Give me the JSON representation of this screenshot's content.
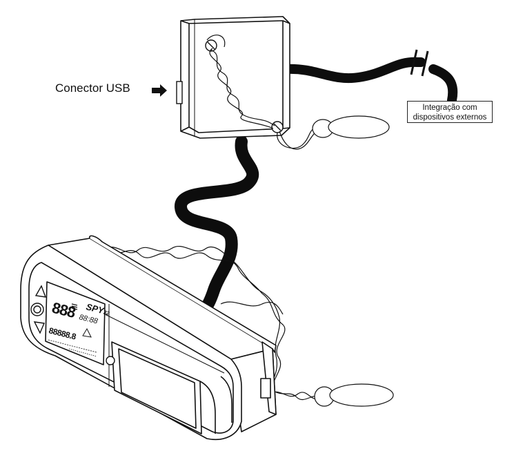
{
  "labels": {
    "usb_connector": "Conector USB",
    "external_integration_line1": "Integração com",
    "external_integration_line2": "dispositivos externos"
  },
  "device": {
    "brand": "SPY",
    "model_suffix": "32",
    "display_main": "888",
    "display_small": "88:88",
    "display_bottom": "88888.8"
  },
  "colors": {
    "stroke": "#111111",
    "cable": "#0d0d0d",
    "background": "#ffffff"
  },
  "icons": [
    "usb-arrow-icon",
    "cable-break-icon",
    "seal-wire-icon",
    "up-arrow-icon",
    "down-arrow-icon"
  ]
}
